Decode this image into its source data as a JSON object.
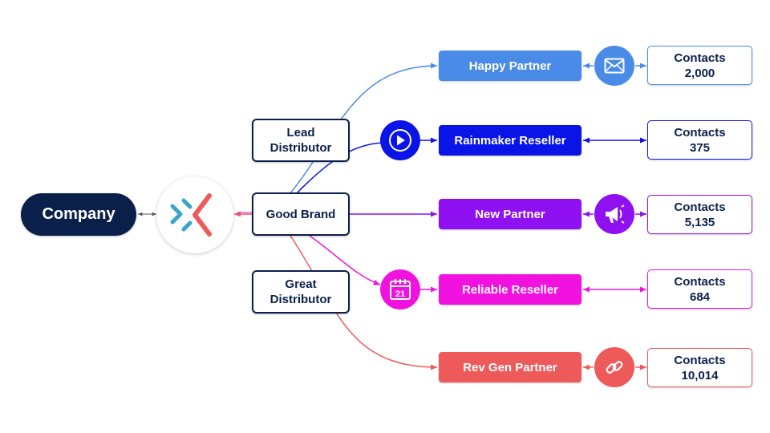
{
  "company": {
    "label": "Company"
  },
  "distributors": {
    "lead": {
      "line1": "Lead",
      "line2": "Distributor"
    },
    "good": {
      "label": "Good Brand"
    },
    "great": {
      "line1": "Great",
      "line2": "Distributor"
    }
  },
  "partners": [
    {
      "label": "Happy Partner",
      "color": "#4a8be8",
      "icon": "envelope-icon",
      "contacts_label": "Contacts",
      "contacts_value": "2,000"
    },
    {
      "label": "Rainmaker Reseller",
      "color": "#0a14e6",
      "icon": "play-icon",
      "contacts_label": "Contacts",
      "contacts_value": "375"
    },
    {
      "label": "New Partner",
      "color": "#8f10f0",
      "icon": "megaphone-icon",
      "contacts_label": "Contacts",
      "contacts_value": "5,135"
    },
    {
      "label": "Reliable Reseller",
      "color": "#f212e0",
      "icon": "calendar-icon",
      "contacts_label": "Contacts",
      "contacts_value": "684"
    },
    {
      "label": "Rev Gen Partner",
      "color": "#ee5a5a",
      "icon": "link-icon",
      "contacts_label": "Contacts",
      "contacts_value": "10,014"
    }
  ],
  "calendar_day": "21",
  "colors": {
    "navy": "#0b1f4b",
    "hub_teal": "#39a6c9",
    "hub_red": "#ee5a5a"
  }
}
